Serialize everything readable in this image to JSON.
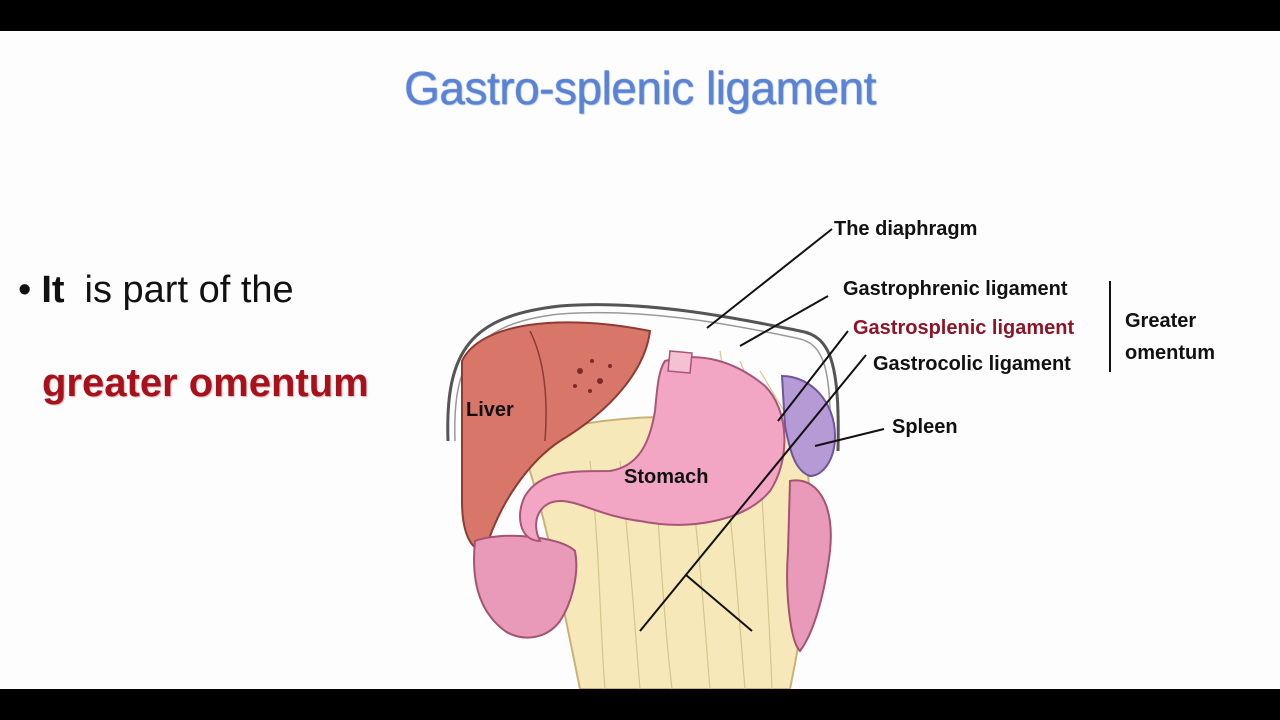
{
  "slide": {
    "title": "Gastro-splenic ligament",
    "bullet": {
      "symbol": "•",
      "strong": "It",
      "text": "is part of the"
    },
    "term": "greater omentum"
  },
  "diagram": {
    "labels": {
      "diaphragm": "The diaphragm",
      "gastrophrenic": "Gastrophrenic ligament",
      "gastrosplenic": "Gastrosplenic ligament",
      "gastrocolic": "Gastrocolic ligament",
      "greater_line1": "Greater",
      "greater_line2": "omentum",
      "spleen": "Spleen",
      "liver": "Liver",
      "stomach": "Stomach"
    },
    "colors": {
      "title_blue": "#5a83d6",
      "term_red": "#a8101c",
      "gastrosplenic_label": "#8e1428",
      "liver": "#d9766a",
      "stomach": "#f2a6c4",
      "spleen": "#b59ad6",
      "omentum": "#f6e8b8",
      "intestine": "#e99ab8"
    }
  }
}
